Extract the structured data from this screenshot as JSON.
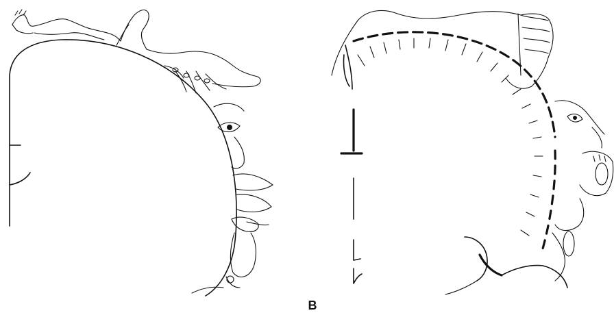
{
  "figure": {
    "panel_b_label": "B"
  },
  "panels": [
    {
      "id": "a",
      "subject": "homunculus-left"
    },
    {
      "id": "b",
      "subject": "homunculus-right"
    }
  ],
  "colors": {
    "ink": "#111111",
    "background": "#ffffff"
  }
}
